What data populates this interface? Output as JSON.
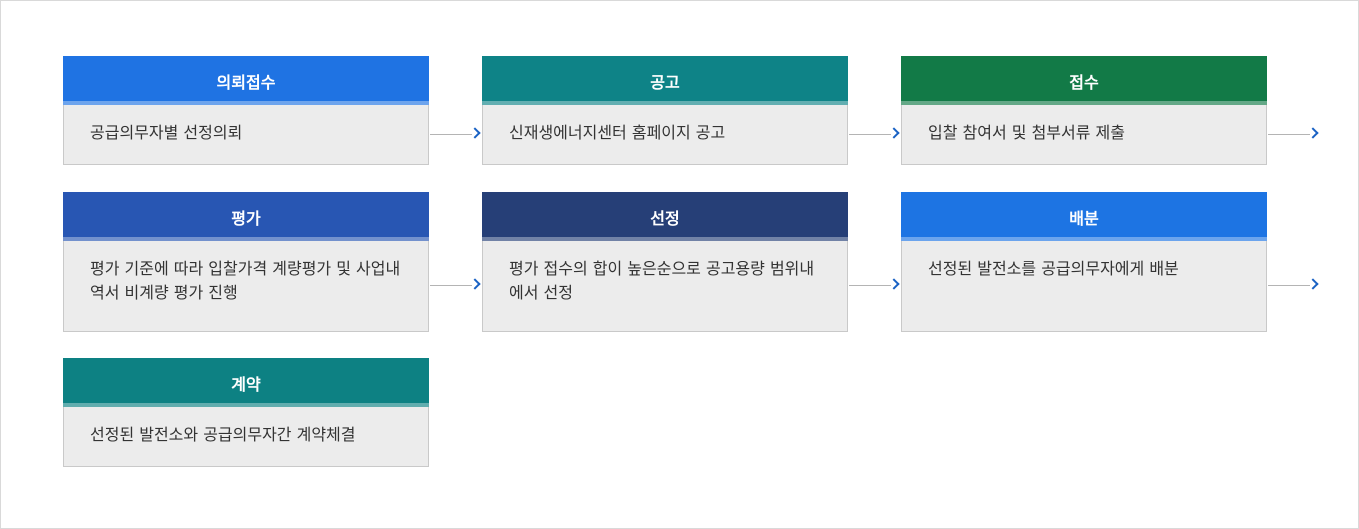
{
  "steps": [
    {
      "title": "의뢰접수",
      "desc": "공급의무자별  선정의뢰",
      "color": "#1f73e3"
    },
    {
      "title": "공고",
      "desc": "신재생에너지센터  홈페이지 공고",
      "color": "#0e8387"
    },
    {
      "title": "접수",
      "desc": "입찰 참여서 및  첨부서류 제출",
      "color": "#127a47"
    },
    {
      "title": "평가",
      "desc": "평가 기준에 따라 입찰가격 계량평가 및 사업내역서 비계량 평가 진행",
      "color": "#2856b3"
    },
    {
      "title": "선정",
      "desc": "평가 접수의 합이 높은순으로  공고용량 범위내에서 선정",
      "color": "#263f77"
    },
    {
      "title": "배분",
      "desc": "선정된 발전소를  공급의무자에게 배분",
      "color": "#1d74e3"
    },
    {
      "title": "계약",
      "desc": "선정된 발전소와  공급의무자간  계약체결",
      "color": "#0d8183"
    }
  ]
}
